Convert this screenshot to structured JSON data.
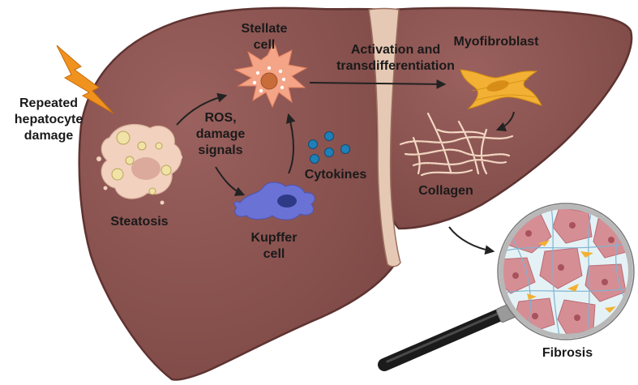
{
  "labels": {
    "damage_line1": "Repeated",
    "damage_line2": "hepatocyte",
    "damage_line3": "damage",
    "stellate_line1": "Stellate",
    "stellate_line2": "cell",
    "activation_line1": "Activation and",
    "activation_line2": "transdifferentiation",
    "myofibroblast": "Myofibroblast",
    "ros_line1": "ROS,",
    "ros_line2": "damage",
    "ros_line3": "signals",
    "cytokines": "Cytokines",
    "steatosis": "Steatosis",
    "kupffer_line1": "Kupffer",
    "kupffer_line2": "cell",
    "collagen": "Collagen",
    "fibrosis": "Fibrosis"
  },
  "colors": {
    "liver_fill": "#8c5552",
    "liver_outline": "#5e3331",
    "ligament": "#e6c9b4",
    "lightning": "#f0921e",
    "stellate_cell": "#f4a487",
    "stellate_nucleus": "#c86c3a",
    "steatosis_cell": "#f2d2bf",
    "lipid_droplet": "#f1e2a6",
    "kupffer_cell": "#6b72d6",
    "kupffer_nucleus": "#2e3a86",
    "cytokine": "#1f7fb8",
    "myofibroblast": "#f2b134",
    "collagen_fiber": "#f3d8c3",
    "lens_tissue": "#e4f2f6",
    "lens_cell": "#d68e95",
    "lens_rim": "#b8b8b8",
    "magnifier_handle": "#1b1b1b",
    "arrow": "#222222"
  },
  "icons": {
    "damage": "lightning-bolt-icon",
    "magnifier": "magnifying-glass-icon"
  }
}
